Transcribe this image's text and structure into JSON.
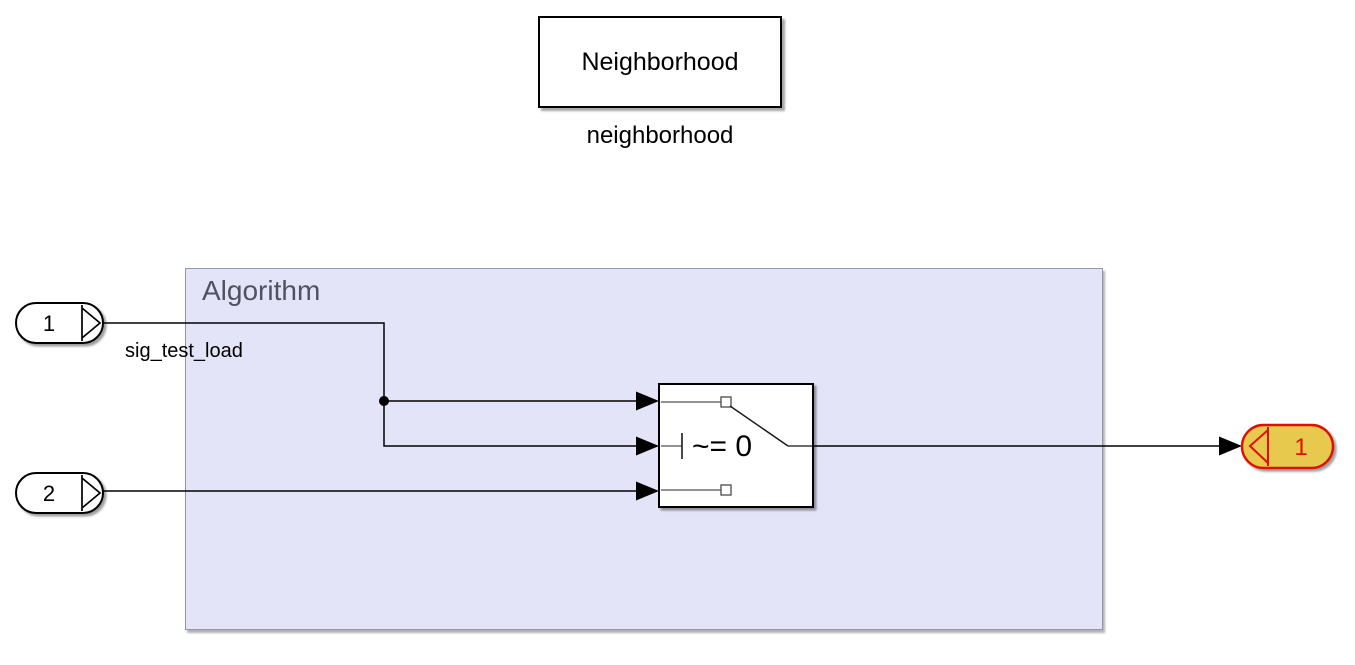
{
  "canvas": {
    "background": "#ffffff",
    "line_color": "#000000"
  },
  "neighborhood_block": {
    "label": "Neighborhood",
    "caption": "neighborhood"
  },
  "algorithm_area": {
    "label": "Algorithm",
    "fill": "#e4e4f8",
    "border_color": "#9595af",
    "label_color": "#515160"
  },
  "ports": {
    "inport1": {
      "label": "1",
      "signal_name": "sig_test_load"
    },
    "inport2": {
      "label": "2"
    },
    "outport1": {
      "label": "1",
      "fill": "#e6c94e",
      "accent": "#e01000"
    }
  },
  "switch_block": {
    "criteria_label": "~= 0"
  },
  "icons": {
    "inport_chevron": "right-chevron-port",
    "outport_chevron": "left-chevron-port",
    "arrowhead": "solid-right-arrow",
    "branch_dot": "filled-circle"
  }
}
